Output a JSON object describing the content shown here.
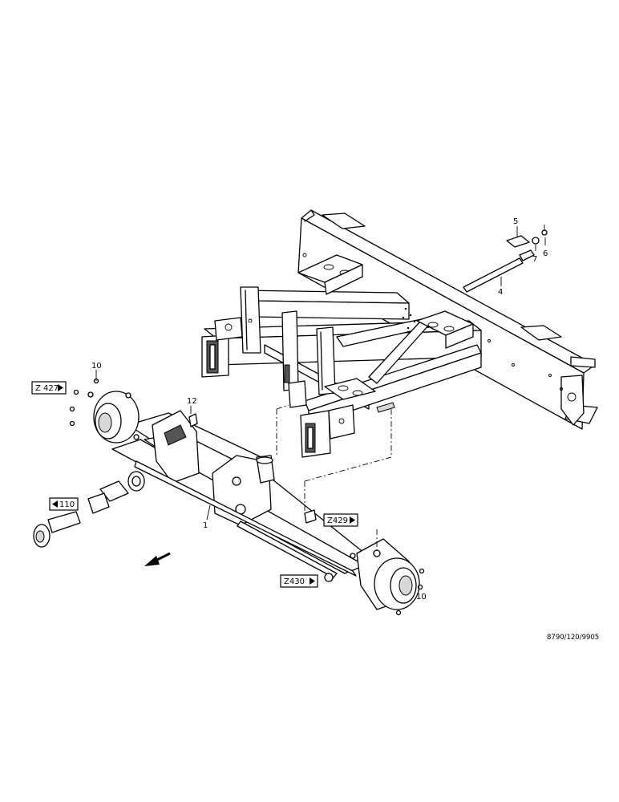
{
  "callouts": {
    "c1": "1",
    "c4": "4",
    "c5": "5",
    "c6": "6",
    "c7": "7",
    "c10_top": "10",
    "c10_bottom": "10",
    "c12": "12"
  },
  "references": {
    "ref_z427": "Z 427",
    "ref_110": "110",
    "ref_z429": "Z429",
    "ref_z430": "Z430"
  },
  "drawing_id": "8790/120/9905"
}
